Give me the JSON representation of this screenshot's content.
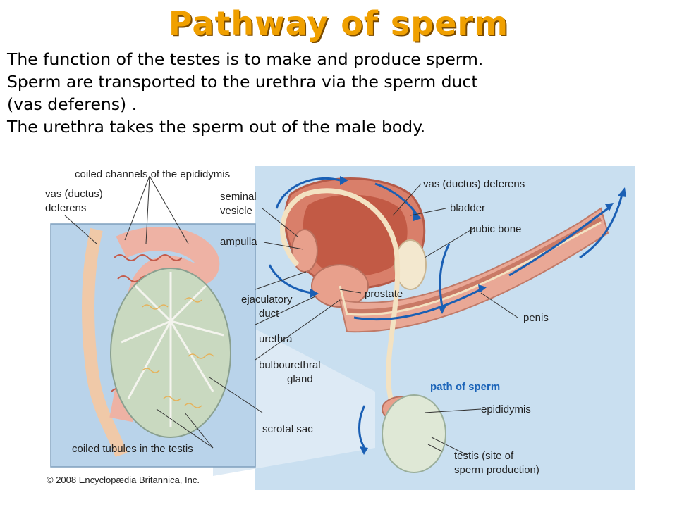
{
  "title": "Pathway of sperm",
  "intro": {
    "line1": "The function of the testes is to make and produce sperm.",
    "line2": "Sperm are transported to the urethra via the sperm duct",
    "line3": "(vas deferens) .",
    "line4": "The urethra takes the sperm out of the male body."
  },
  "labels": {
    "coiled_channels": "coiled channels of the epididymis",
    "vas_left_1": "vas (ductus)",
    "vas_left_2": "deferens",
    "seminal_1": "seminal",
    "seminal_2": "vesicle",
    "ampulla": "ampulla",
    "ejaculatory_1": "ejaculatory",
    "ejaculatory_2": "duct",
    "urethra": "urethra",
    "bulbo_1": "bulbourethral",
    "bulbo_2": "gland",
    "scrotal": "scrotal sac",
    "coiled_tubules": "coiled tubules in the testis",
    "vas_right": "vas (ductus) deferens",
    "bladder": "bladder",
    "pubic": "pubic bone",
    "prostate": "prostate",
    "penis": "penis",
    "path": "path of sperm",
    "epididymis": "epididymis",
    "testis_1": "testis (site of",
    "testis_2": "sperm production)",
    "copyright": "© 2008 Encyclopædia Britannica, Inc."
  },
  "colors": {
    "title": "#f0a000",
    "path_arrows": "#1a5fb4",
    "tissue_pink": "#e8a08c",
    "background_panel": "#c9dff0"
  }
}
